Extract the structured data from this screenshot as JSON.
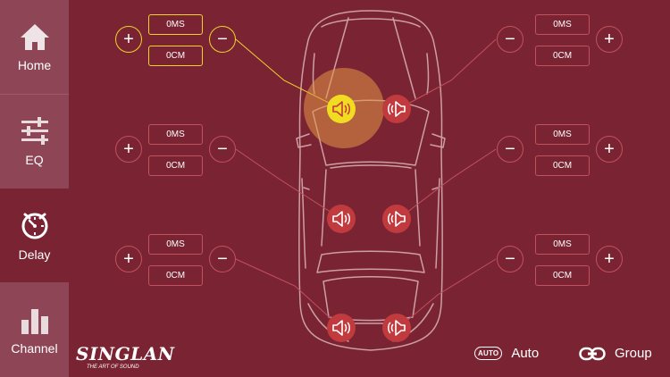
{
  "nav": {
    "items": [
      {
        "label": "Home",
        "icon": "home-icon"
      },
      {
        "label": "EQ",
        "icon": "eq-icon"
      },
      {
        "label": "Delay",
        "icon": "delay-icon"
      },
      {
        "label": "Channel",
        "icon": "channel-icon"
      }
    ],
    "active": "Delay"
  },
  "controls": {
    "plus_symbol": "+",
    "minus_symbol": "−"
  },
  "speakers": {
    "front_left": {
      "delay": "0MS",
      "distance": "0CM"
    },
    "front_right": {
      "delay": "0MS",
      "distance": "0CM"
    },
    "mid_left": {
      "delay": "0MS",
      "distance": "0CM"
    },
    "mid_right": {
      "delay": "0MS",
      "distance": "0CM"
    },
    "rear_left": {
      "delay": "0MS",
      "distance": "0CM"
    },
    "rear_right": {
      "delay": "0MS",
      "distance": "0CM"
    }
  },
  "selected_speaker": "front_left",
  "bottom": {
    "auto_badge": "AUTO",
    "auto_label": "Auto",
    "group_label": "Group"
  },
  "logo": {
    "brand": "SINGLAN",
    "tagline": "THE ART OF SOUND"
  },
  "colors": {
    "background": "#7a2433",
    "sidebar": "#8e4656",
    "accent_selected": "#f2dc21",
    "speaker": "#c03a3e",
    "outline": "#c3505d"
  }
}
